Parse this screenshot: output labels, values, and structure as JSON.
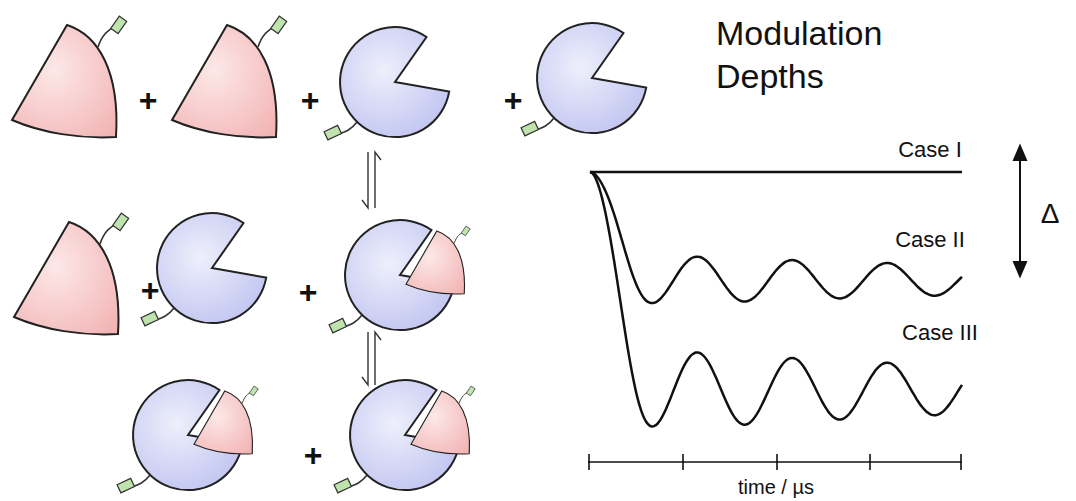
{
  "diagram": {
    "title": "Modulation Depths",
    "labels": [
      "+",
      "+",
      "+",
      "+",
      "+",
      "+",
      "Case I",
      "Case II",
      "Case III",
      "Δ",
      "time / µs"
    ]
  }
}
